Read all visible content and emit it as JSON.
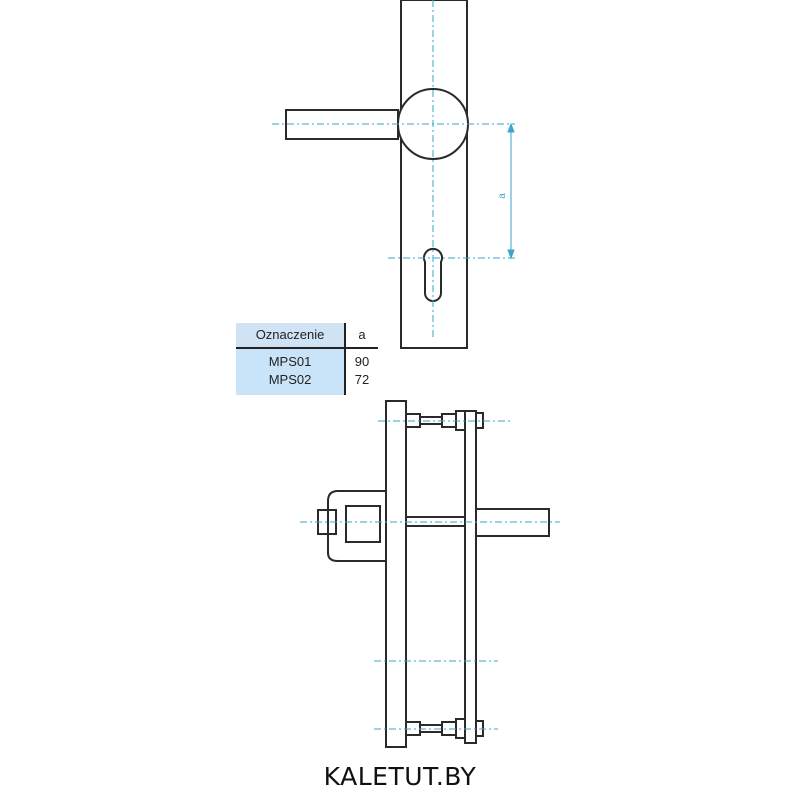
{
  "dimension_label": "a",
  "table": {
    "headers": [
      "Oznaczenie",
      "a"
    ],
    "rows": [
      {
        "model": "MPS01",
        "a": "90"
      },
      {
        "model": "MPS02",
        "a": "72"
      }
    ]
  },
  "brand": "KALETUT.BY",
  "colors": {
    "outline": "#2a2a2a",
    "centerline": "#3aa7c9",
    "table_fill": "#c9e4f8"
  }
}
